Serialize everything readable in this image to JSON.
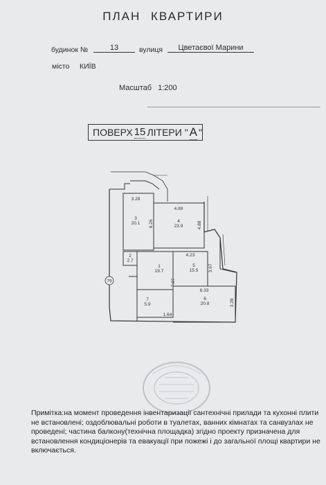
{
  "header": {
    "title": "ПЛАН КВАРТИРИ",
    "building_label": "будинок №",
    "building_number": "13",
    "street_label": "вулиця",
    "street_name": "Цветаєвої Марини",
    "city_label": "місто",
    "city_name": "КИЇВ",
    "scale_label": "Масштаб",
    "scale_value": "1:200"
  },
  "floor": {
    "floor_label": "ПОВЕРХ",
    "floor_number": "15",
    "letter_label": "ЛІТЕРИ \"",
    "letter_value": "А",
    "letter_close": "\""
  },
  "plan": {
    "rooms": [
      {
        "number": "3",
        "area": "20.1"
      },
      {
        "number": "4",
        "area": "23.9"
      },
      {
        "number": "2",
        "area": "2.7"
      },
      {
        "number": "1",
        "area": "19.7"
      },
      {
        "number": "5",
        "area": "15.5"
      },
      {
        "number": "6",
        "area": "20.8"
      },
      {
        "number": "7",
        "area": "5.9"
      }
    ],
    "dimensions": [
      "3.28",
      "4.89",
      "6.26",
      "4.88",
      "4.23",
      "3.67",
      "7.07",
      "6.33",
      "3.28",
      "1.64"
    ],
    "apartment_number": "79"
  },
  "note": {
    "text": "Примітка:на момент проведення інвентаризації сантехнічні прилади та кухонні плити не встановлені; оздоблювальні роботи в туалетах, ванних кімнатах та санвузлах не проведені; частина балкону(технічна площадка) згідно проекту призначена для встановлення кондиціонерів та евакуації при пожежі і до загальної площі квартири не включається."
  }
}
